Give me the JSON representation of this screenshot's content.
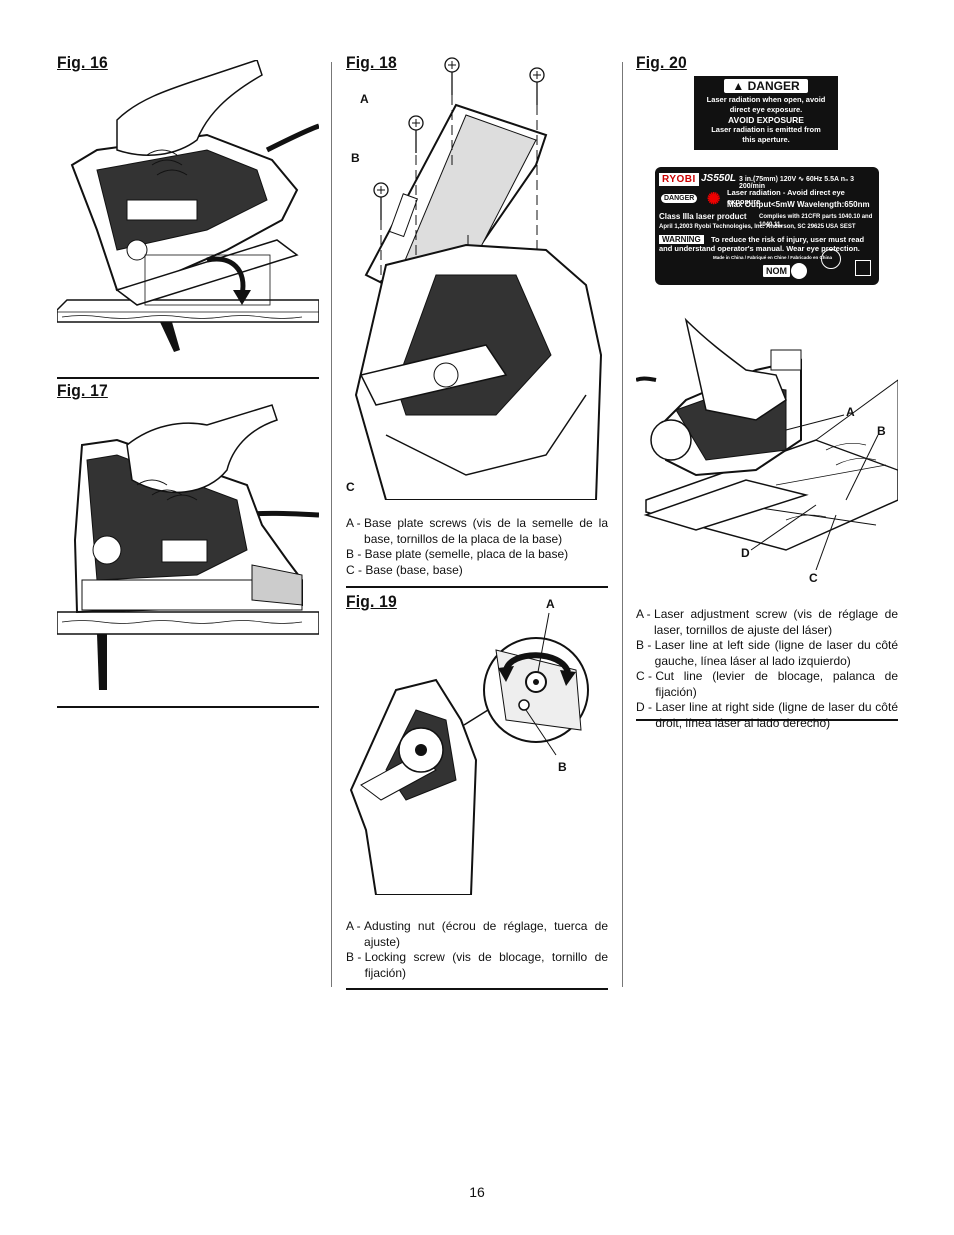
{
  "page_number": "16",
  "fig16": {
    "title": "Fig. 16"
  },
  "fig17": {
    "title": "Fig. 17"
  },
  "fig18": {
    "title": "Fig. 18",
    "labels": {
      "a": "A",
      "b": "B",
      "c": "C"
    },
    "legend": [
      {
        "key": "A - ",
        "text": "Base plate screws (vis de la semelle de la base, tornillos de la placa de la base)"
      },
      {
        "key": "B - ",
        "text": "Base plate (semelle, placa de la base)"
      },
      {
        "key": "C - ",
        "text": "Base (base, base)"
      }
    ]
  },
  "fig19": {
    "title": "Fig. 19",
    "labels": {
      "a": "A",
      "b": "B"
    },
    "legend": [
      {
        "key": "A - ",
        "text": "Adusting nut (écrou de réglage, tuerca de ajuste)"
      },
      {
        "key": "B - ",
        "text": "Locking screw (vis de blocage, tornillo de fijación)"
      }
    ]
  },
  "fig20": {
    "title": "Fig. 20",
    "danger_label": {
      "heading": "DANGER",
      "lines": [
        "Laser radiation when open, avoid",
        "direct eye exposure.",
        "AVOID EXPOSURE",
        "Laser radiation is emitted from",
        "this aperture."
      ]
    },
    "product_label": {
      "brand": "RYOBI",
      "model": "JS550L",
      "spec": "3 in.(75mm) 120V ∿ 60Hz 5.5A n₀ 3 200/min",
      "laser_warning": "Laser radiation - Avoid direct eye exposure",
      "danger_tag": "DANGER",
      "max_output": "Max Output<5mW Wavelength:650nm",
      "class_line": "Class IIIa laser product",
      "complies": "Complies with 21CFR parts 1040.10 and 1040.11,",
      "date_line": "April 1,2003 Ryobi Technologies, Inc. Anderson, SC 29625 USA SEST",
      "warning_tag": "WARNING",
      "reduce_risk": "To reduce the risk of injury, user must read and understand operator's manual. Wear eye protection.",
      "made_in": "Made in China / Fabriqué en Chine / Fabricado en China",
      "nom": "NOM"
    },
    "labels": {
      "a": "A",
      "b": "B",
      "c": "C",
      "d": "D"
    },
    "legend": [
      {
        "key": "A - ",
        "text": "Laser adjustment screw (vis de réglage de laser, tornillos de ajuste del láser)"
      },
      {
        "key": "B - ",
        "text": "Laser line at left side (ligne de laser du côté gauche, línea láser al lado izquierdo)"
      },
      {
        "key": "C - ",
        "text": "Cut line (levier de blocage, palanca de fijación)"
      },
      {
        "key": "D - ",
        "text": "Laser line at right side (ligne de laser du côté droit, línea láser al lado derecho)"
      }
    ]
  }
}
